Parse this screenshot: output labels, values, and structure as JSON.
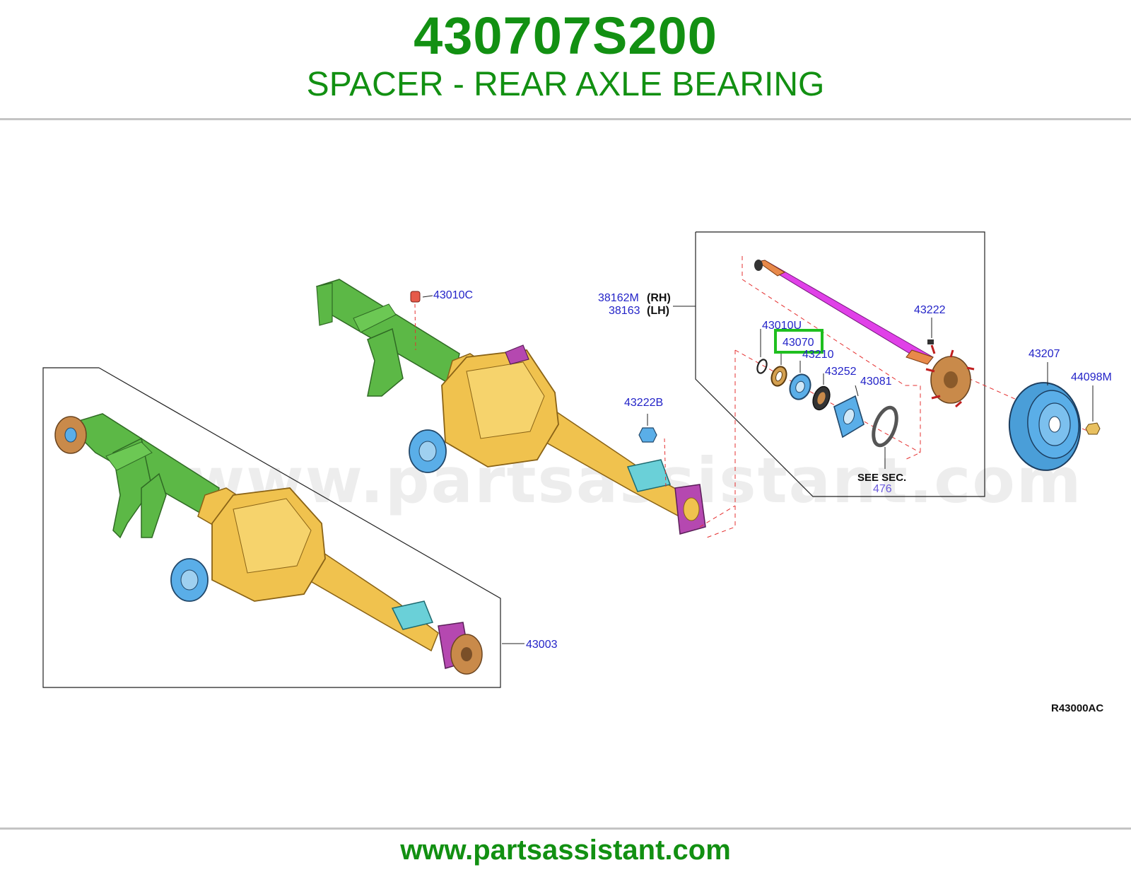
{
  "header": {
    "part_number": "430707S200",
    "description": "SPACER - REAR AXLE BEARING"
  },
  "diagram": {
    "code": "R43000AC",
    "watermark": "www.partsassistant.com",
    "highlighted_callout": "43070",
    "highlight_color": "#1fbf1f",
    "callouts": {
      "c43010C": "43010C",
      "c38162M": "38162M",
      "c38162M_side": "(RH)",
      "c38163": "38163",
      "c38163_side": "(LH)",
      "c43010U": "43010U",
      "c43070": "43070",
      "c43210": "43210",
      "c43252": "43252",
      "c43081": "43081",
      "c43222": "43222",
      "c43207": "43207",
      "c44098M": "44098M",
      "c43222B": "43222B",
      "see_sec": "SEE SEC.",
      "c476": "476",
      "c43003": "43003"
    },
    "colors": {
      "axle_housing": "#f0c24e",
      "frame": "#5cb846",
      "shaft": "#e040e8",
      "hub": "#c98a4a",
      "flange": "#5aaee8",
      "mount": "#6ad0d8",
      "bracket": "#b548b0",
      "callout_text": "#2323c8",
      "brand_green": "#129012"
    }
  },
  "footer": {
    "url": "www.partsassistant.com"
  }
}
